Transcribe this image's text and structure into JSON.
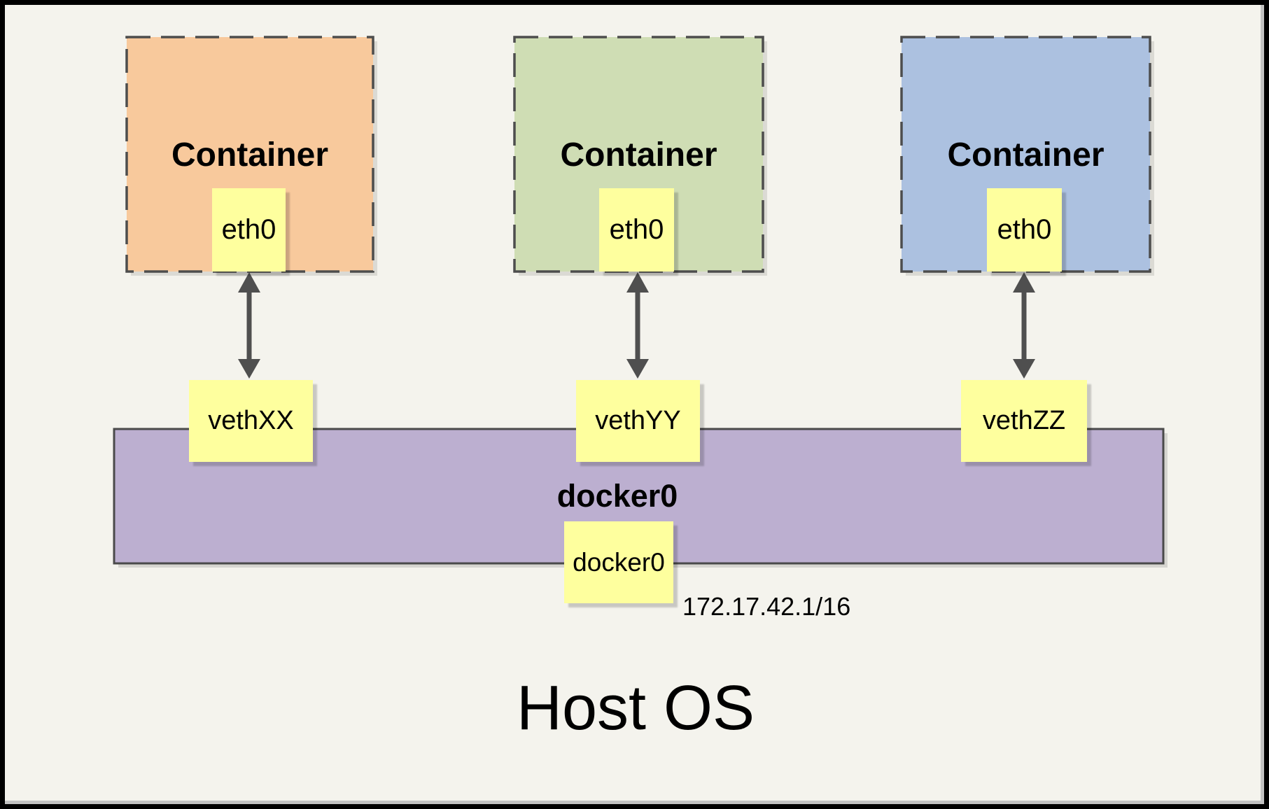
{
  "diagram": {
    "host_label": "Host OS",
    "bridge": {
      "name_label": "docker0",
      "interface_label": "docker0",
      "ip_label": "172.17.42.1/16",
      "fill": "#BCAFD0"
    },
    "containers": [
      {
        "label": "Container",
        "interface_label": "eth0",
        "veth_label": "vethXX",
        "fill": "#F8C99C"
      },
      {
        "label": "Container",
        "interface_label": "eth0",
        "veth_label": "vethYY",
        "fill": "#CFDDB4"
      },
      {
        "label": "Container",
        "interface_label": "eth0",
        "veth_label": "vethZZ",
        "fill": "#ACC1E0"
      }
    ],
    "colors": {
      "background": "#F4F3ED",
      "frame": "#000000",
      "interface_box": "#FEFF9E",
      "dashed_border": "#4D4D4D",
      "bridge_border": "#4A4A4A",
      "arrow": "#4F4F4F"
    }
  }
}
